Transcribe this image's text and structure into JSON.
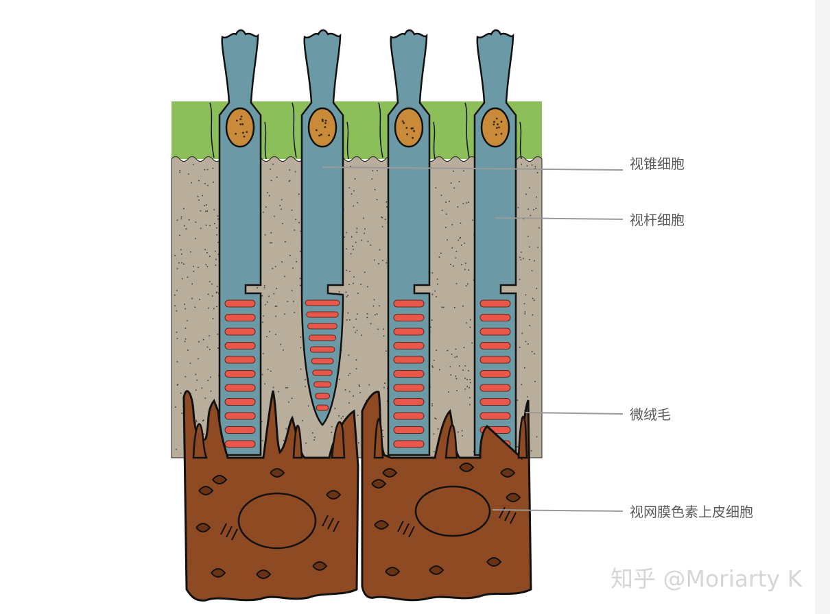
{
  "labels": {
    "cone_cell": "视锥细胞",
    "rod_cell": "视杆细胞",
    "microvilli": "微绒毛",
    "rpe_cell": "视网膜色素上皮细胞"
  },
  "watermark": "知乎 @Moriarty K",
  "colors": {
    "green_layer": "#8cbf5a",
    "matrix_layer": "#b9ad9c",
    "photoreceptor_cell": "#6b9aa6",
    "nucleus": "#c98b3a",
    "disc": "#e8574a",
    "epithelium": "#8e4a23",
    "leader_line": "#9a9a9a"
  }
}
